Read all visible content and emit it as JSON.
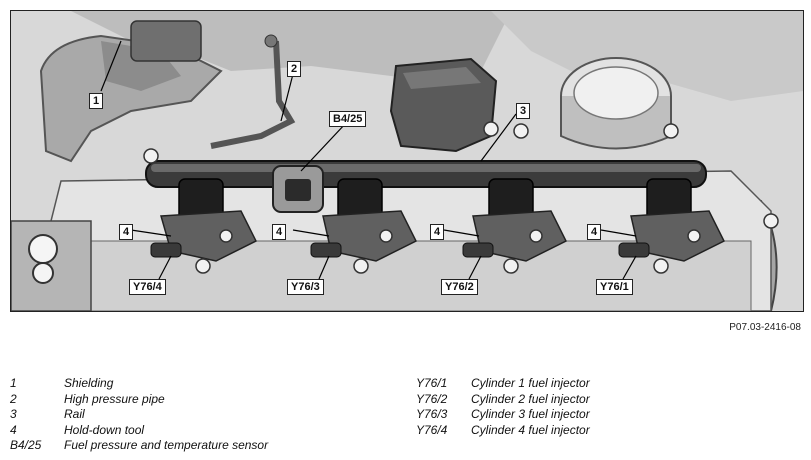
{
  "figure": {
    "id": "P07.03-2416-08",
    "callouts": {
      "shielding": "1",
      "hp_pipe": "2",
      "rail": "3",
      "sensor": "B4/25",
      "hold_down": "4",
      "inj4": "Y76/4",
      "inj3": "Y76/3",
      "inj2": "Y76/2",
      "inj1": "Y76/1"
    }
  },
  "legend": {
    "left": [
      {
        "key": "1",
        "desc": "Shielding"
      },
      {
        "key": "2",
        "desc": "High pressure pipe"
      },
      {
        "key": "3",
        "desc": "Rail"
      },
      {
        "key": "4",
        "desc": "Hold-down tool"
      },
      {
        "key": "B4/25",
        "desc": "Fuel pressure and temperature sensor"
      }
    ],
    "right": [
      {
        "key": "Y76/1",
        "desc": "Cylinder 1 fuel injector"
      },
      {
        "key": "Y76/2",
        "desc": "Cylinder 2 fuel injector"
      },
      {
        "key": "Y76/3",
        "desc": "Cylinder 3 fuel injector"
      },
      {
        "key": "Y76/4",
        "desc": "Cylinder 4 fuel injector"
      }
    ]
  },
  "colors": {
    "engine_light": "#d4d4d4",
    "engine_mid": "#9a9a9a",
    "engine_dark": "#4a4a4a",
    "component_black": "#1e1e1e"
  }
}
